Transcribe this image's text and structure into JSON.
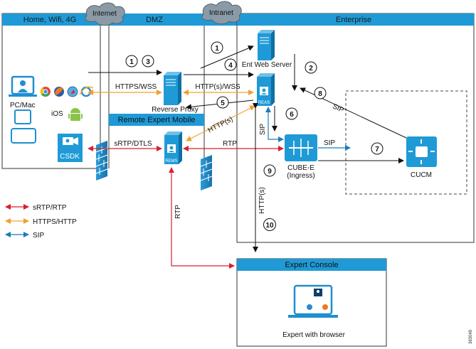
{
  "zones": {
    "home": "Home, Wifi, 4G",
    "dmz": "DMZ",
    "enterprise": "Enterprise"
  },
  "clouds": {
    "internet": "Internet",
    "intranet": "Intranet"
  },
  "client": {
    "pc_label": "PC/Mac",
    "ios_label": "iOS",
    "csdk_label": "CSDK"
  },
  "nodes": {
    "reverse_proxy": "Reverse Proxy",
    "ent_web_server": "Ent Web Server",
    "reas_badge": "REAS",
    "rems_badge": "REMS",
    "remote_expert_mobile": "Remote Expert Mobile",
    "cube_e_line1": "CUBE-E",
    "cube_e_line2": "(Ingress)",
    "cucm": "CUCM",
    "expert_console": "Expert Console",
    "expert_with_browser": "Expert with browser"
  },
  "protocols": {
    "https_wss": "HTTPS/WSS",
    "http_s_wss": "HTTP(s)/WSS",
    "http_s_diag": "HTTP(s)",
    "srtp_dtls": "sRTP/DTLS",
    "rtp_mid": "RTP",
    "sip_cube": "SIP",
    "sip_reas": "SIP",
    "sip_cucm": "SIP",
    "http_s_vertical": "HTTP(s)",
    "rtp_vertical": "RTP"
  },
  "steps": [
    "1",
    "3",
    "1",
    "4",
    "5",
    "2",
    "6",
    "8",
    "7",
    "9",
    "10"
  ],
  "legend": [
    {
      "label": "sRTP/RTP",
      "color": "#d6212f"
    },
    {
      "label": "HTTPS/HTTP",
      "color": "#f0a030"
    },
    {
      "label": "SIP",
      "color": "#1d7cb8"
    }
  ],
  "colors": {
    "zone_header": "#1f9ad6",
    "cisco_blue": "#139ad6",
    "rtp": "#d6212f",
    "http": "#f0a030",
    "sip": "#1d7cb8",
    "firewall": "#1f8fd0"
  },
  "figure_id": "383048"
}
